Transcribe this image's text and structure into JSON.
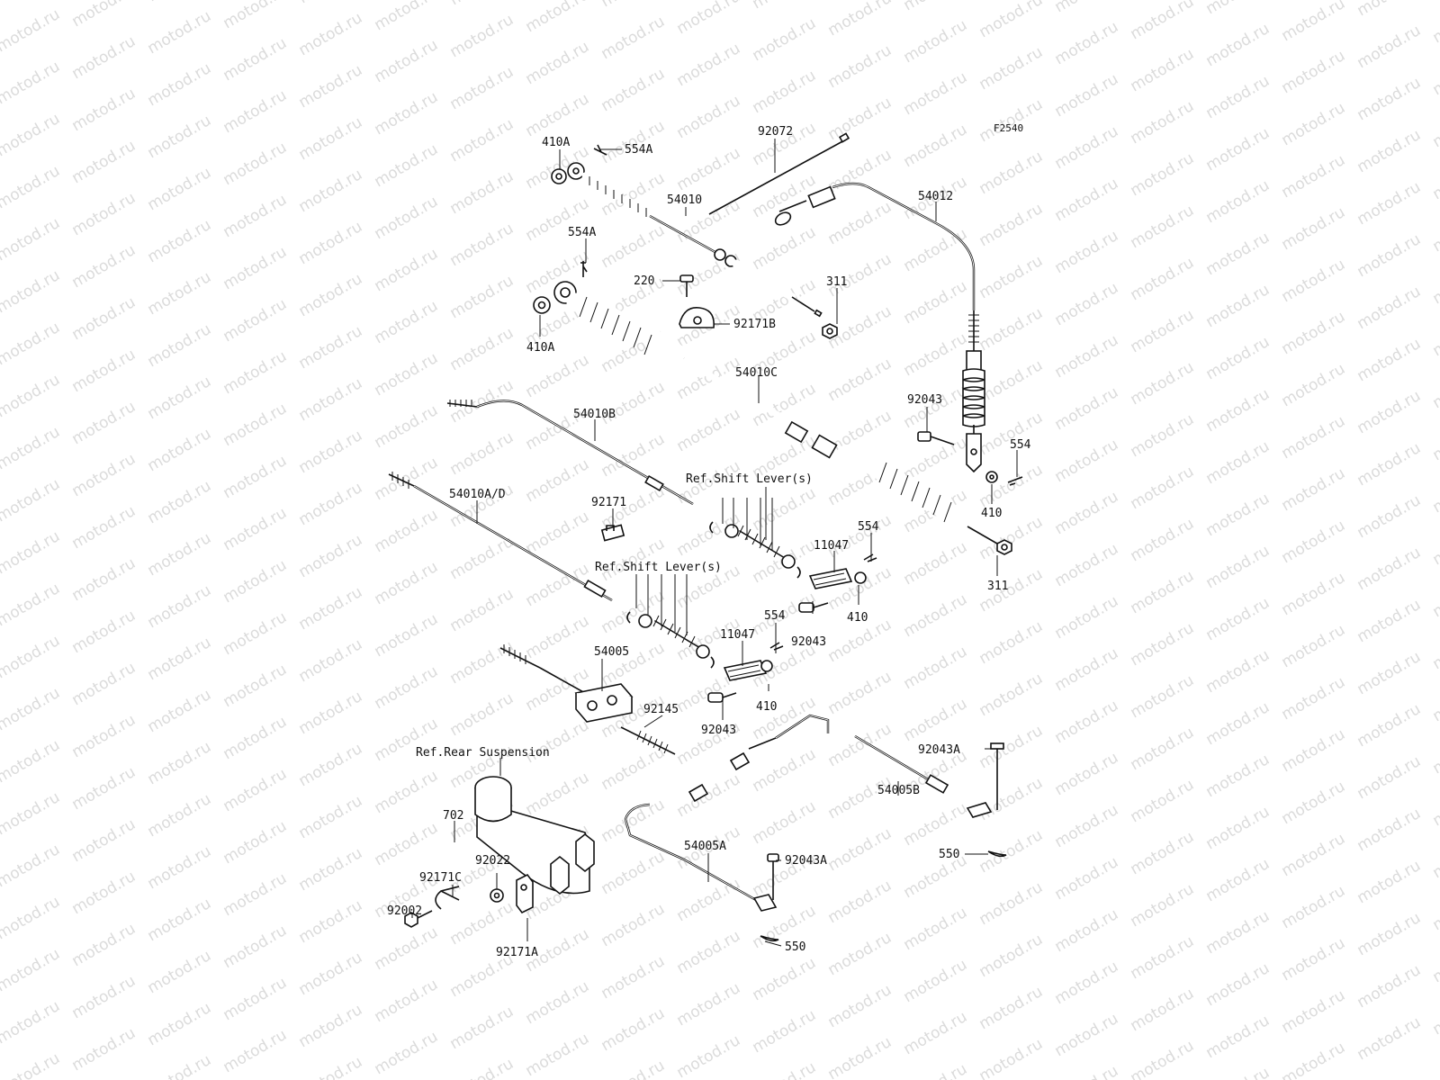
{
  "watermark": "motod.ru",
  "figure_code": "F2540",
  "callouts": [
    {
      "id": "c1",
      "text": "410A"
    },
    {
      "id": "c2",
      "text": "554A"
    },
    {
      "id": "c3",
      "text": "92072"
    },
    {
      "id": "c4",
      "text": "54010"
    },
    {
      "id": "c5",
      "text": "54012"
    },
    {
      "id": "c6",
      "text": "554A"
    },
    {
      "id": "c7",
      "text": "220"
    },
    {
      "id": "c8",
      "text": "311"
    },
    {
      "id": "c9",
      "text": "92171B"
    },
    {
      "id": "c10",
      "text": "410A"
    },
    {
      "id": "c11",
      "text": "54010C"
    },
    {
      "id": "c12",
      "text": "92043"
    },
    {
      "id": "c13",
      "text": "54010B"
    },
    {
      "id": "c14",
      "text": "554"
    },
    {
      "id": "c15",
      "text": "410"
    },
    {
      "id": "c16",
      "text": "Ref.Shift Lever(s)"
    },
    {
      "id": "c17",
      "text": "54010A/D"
    },
    {
      "id": "c18",
      "text": "92171"
    },
    {
      "id": "c19",
      "text": "554"
    },
    {
      "id": "c20",
      "text": "11047"
    },
    {
      "id": "c21",
      "text": "311"
    },
    {
      "id": "c22",
      "text": "Ref.Shift Lever(s)"
    },
    {
      "id": "c23",
      "text": "410"
    },
    {
      "id": "c24",
      "text": "554"
    },
    {
      "id": "c25",
      "text": "92043"
    },
    {
      "id": "c26",
      "text": "11047"
    },
    {
      "id": "c27",
      "text": "54005"
    },
    {
      "id": "c28",
      "text": "92145"
    },
    {
      "id": "c29",
      "text": "410"
    },
    {
      "id": "c30",
      "text": "92043"
    },
    {
      "id": "c31",
      "text": "92043A"
    },
    {
      "id": "c32",
      "text": "Ref.Rear Suspension"
    },
    {
      "id": "c33",
      "text": "54005B"
    },
    {
      "id": "c34",
      "text": "702"
    },
    {
      "id": "c35",
      "text": "550"
    },
    {
      "id": "c36",
      "text": "54005A"
    },
    {
      "id": "c37",
      "text": "92171C"
    },
    {
      "id": "c38",
      "text": "92022"
    },
    {
      "id": "c39",
      "text": "92043A"
    },
    {
      "id": "c40",
      "text": "92002"
    },
    {
      "id": "c41",
      "text": "550"
    },
    {
      "id": "c42",
      "text": "92171A"
    }
  ]
}
